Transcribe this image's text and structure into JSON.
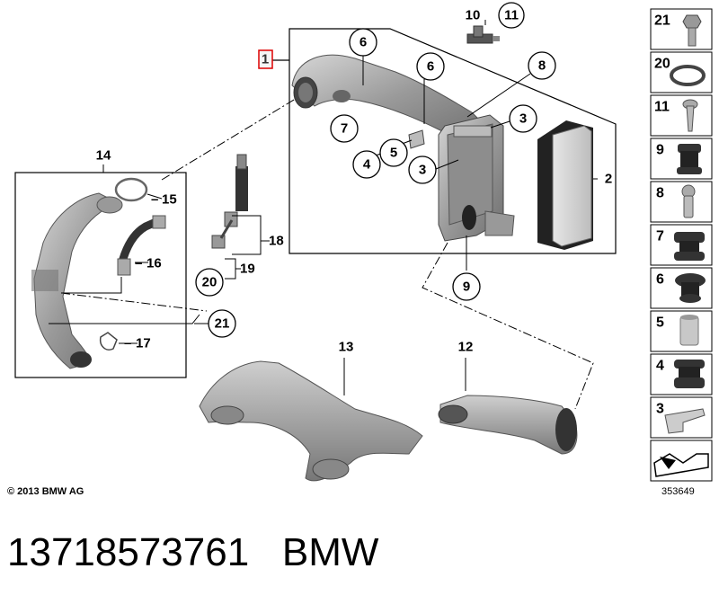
{
  "callouts": {
    "c1": "1",
    "c2": "2",
    "c3a": "3",
    "c3b": "3",
    "c4": "4",
    "c5": "5",
    "c6a": "6",
    "c6b": "6",
    "c7": "7",
    "c8": "8",
    "c9": "9",
    "c10": "10",
    "c11": "11",
    "c12": "12",
    "c13": "13",
    "c14": "14",
    "c15": "15",
    "c16": "16",
    "c17": "17",
    "c18": "18",
    "c19": "19",
    "c20": "20",
    "c21": "21"
  },
  "legend": [
    "21",
    "20",
    "11",
    "9",
    "8",
    "7",
    "6",
    "5",
    "4",
    "3"
  ],
  "copyright": "© 2013 BMW AG",
  "image_id": "353649",
  "part_number": "13718573761",
  "brand": "BMW"
}
